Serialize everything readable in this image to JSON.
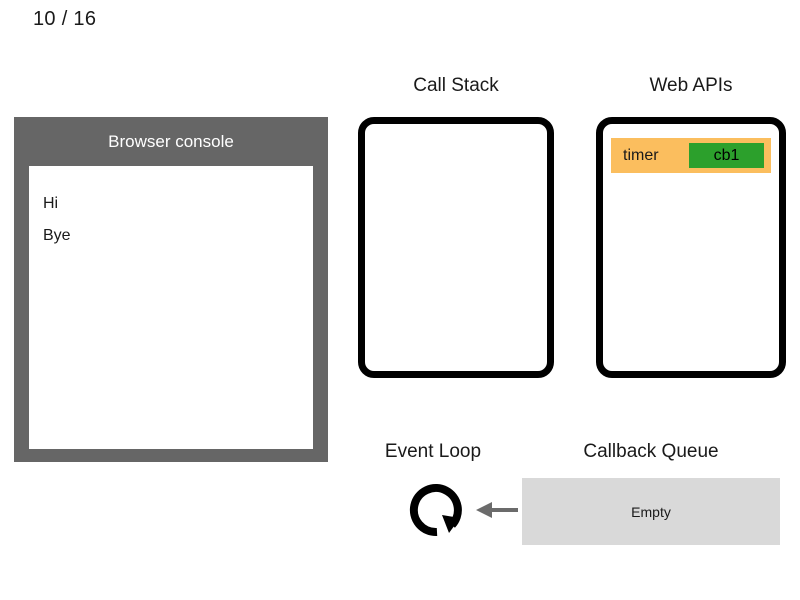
{
  "slide": {
    "counter": "10 / 16"
  },
  "console": {
    "title": "Browser console",
    "lines": [
      "Hi",
      "Bye"
    ]
  },
  "call_stack": {
    "title": "Call Stack",
    "frames": []
  },
  "web_apis": {
    "title": "Web APIs",
    "entries": [
      {
        "label": "timer",
        "callback": "cb1"
      }
    ]
  },
  "event_loop": {
    "title": "Event Loop",
    "icon": "circular-arrow-icon",
    "arrow": "left-arrow-icon"
  },
  "callback_queue": {
    "title": "Callback Queue",
    "status": "Empty"
  },
  "colors": {
    "console_frame": "#666666",
    "console_body": "#ffffff",
    "panel_border": "#000000",
    "task_chip": "#fbbe5e",
    "task_callback": "#2ca02c",
    "queue_box": "#d9d9d9",
    "arrow": "#6b6b6b"
  }
}
